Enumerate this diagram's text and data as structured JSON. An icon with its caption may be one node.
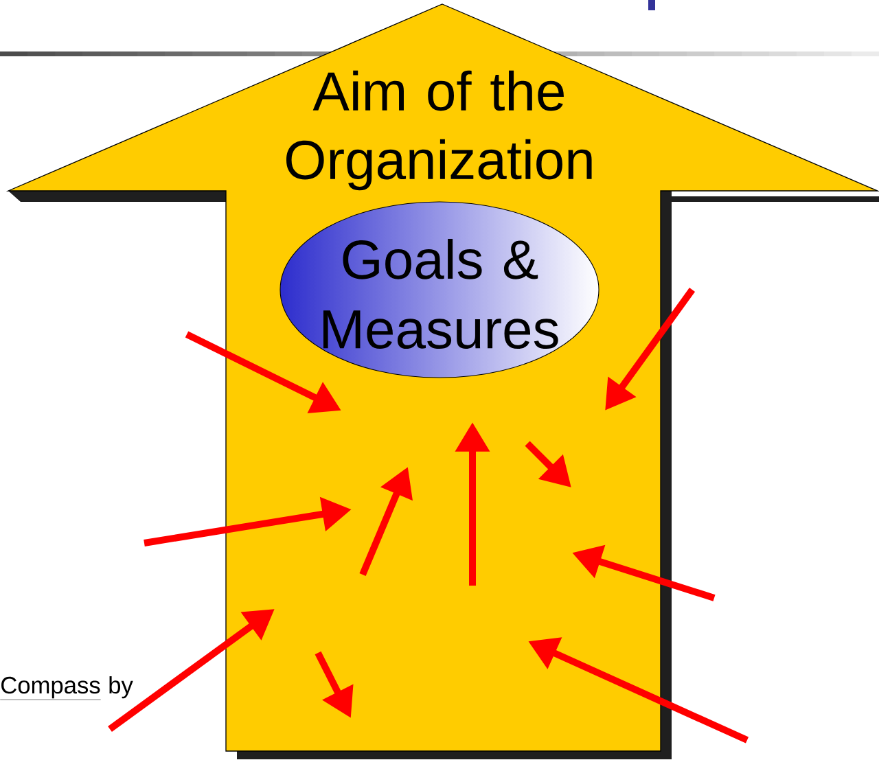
{
  "diagram": {
    "nodes": [
      {
        "text": [
          "Aim of the Organization"
        ]
      },
      {
        "text": [
          "Goals & Measures"
        ],
        "in": 0
      }
    ],
    "labels": [
      "Compass",
      "by"
    ]
  }
}
